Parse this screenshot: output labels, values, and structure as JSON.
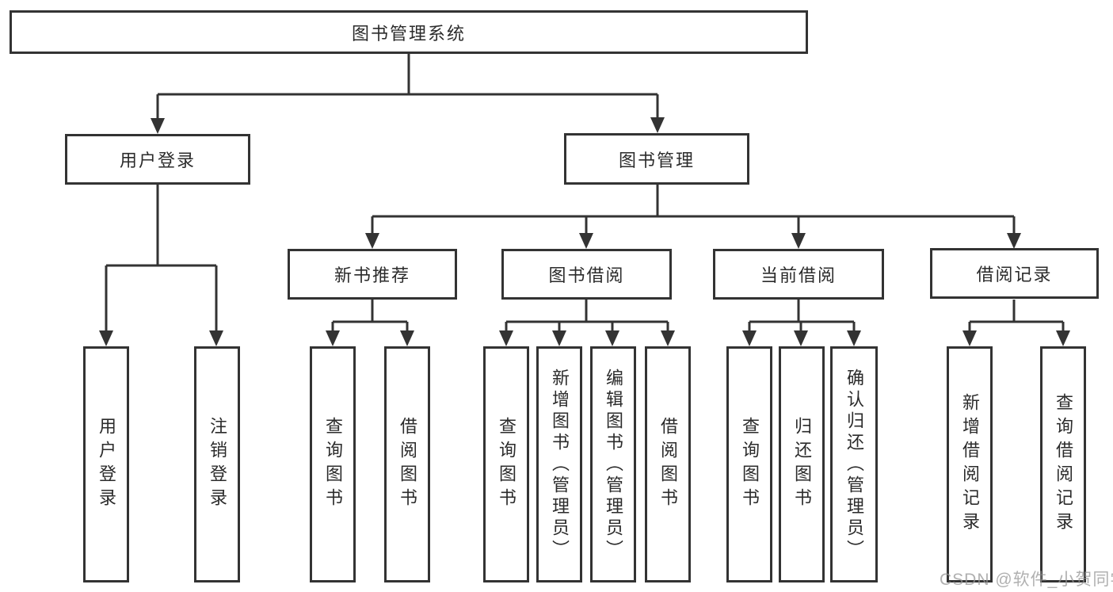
{
  "tree": {
    "root": "图书管理系统",
    "branches": [
      {
        "label": "用户登录",
        "leaves": [
          "用户登录",
          "注销登录"
        ]
      },
      {
        "label": "图书管理",
        "groups": [
          {
            "label": "新书推荐",
            "leaves": [
              "查询图书",
              "借阅图书"
            ]
          },
          {
            "label": "图书借阅",
            "leaves": [
              "查询图书",
              "新增图书（管理员）",
              "编辑图书（管理员）",
              "借阅图书"
            ]
          },
          {
            "label": "当前借阅",
            "leaves": [
              "查询图书",
              "归还图书",
              "确认归还（管理员）"
            ]
          },
          {
            "label": "借阅记录",
            "leaves": [
              "新增借阅记录",
              "查询借阅记录"
            ]
          }
        ]
      }
    ]
  },
  "watermark": "CSDN @软件_小贺同学",
  "colors": {
    "line": "#333333",
    "box_border": "#333333",
    "box_fill": "#ffffff",
    "text": "#2b2b2b",
    "watermark": "#969696"
  }
}
